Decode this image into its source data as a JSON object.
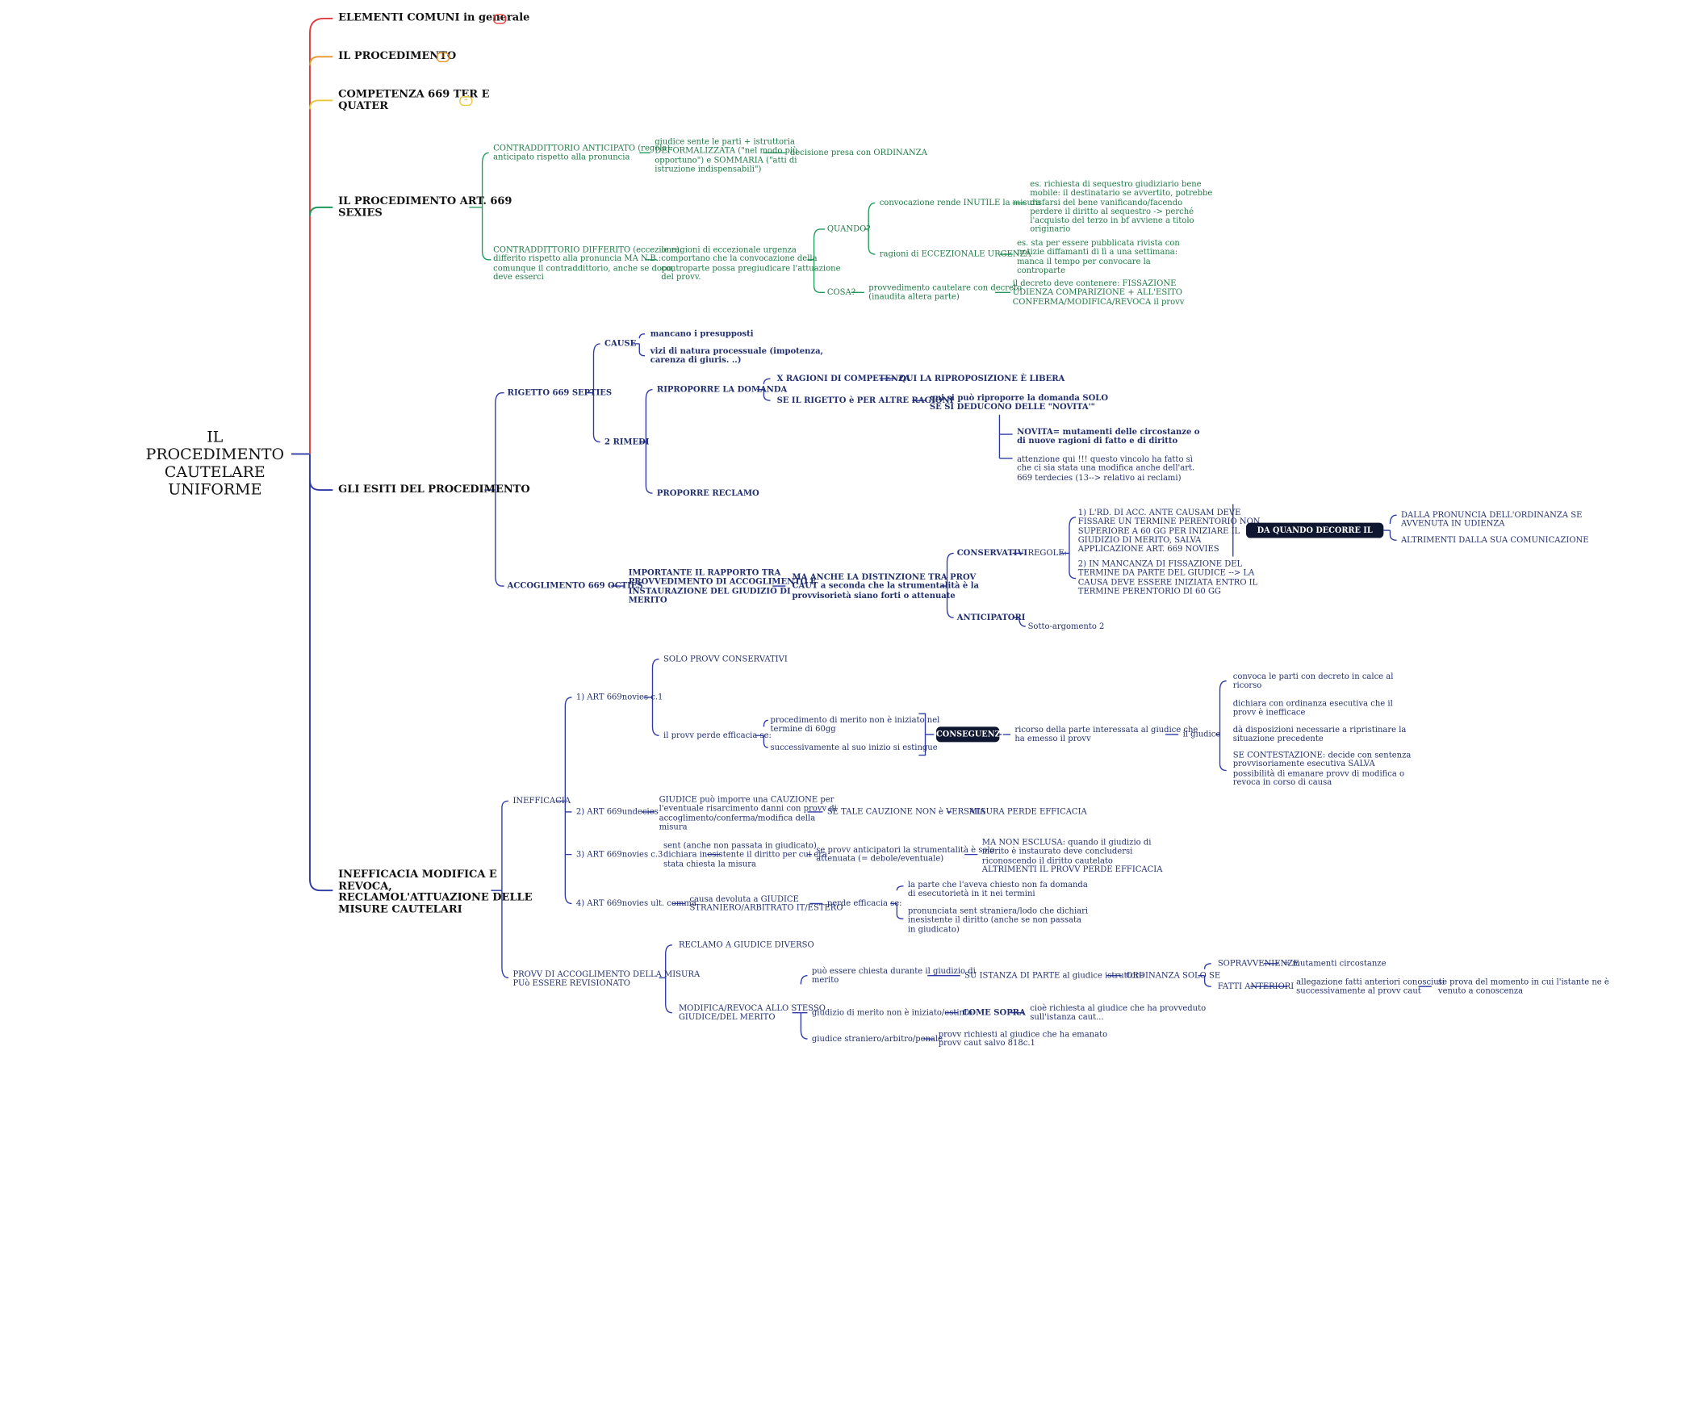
{
  "root": {
    "title": "IL PROCEDIMENTO\nCAUTELARE\nUNIFORME"
  },
  "colors": {
    "red": "#e23b3b",
    "orange": "#e8962a",
    "yellow": "#e9c63b",
    "green": "#1f9a5a",
    "navy": "#2d3aa8",
    "text_green": "#1f7a45",
    "text_navy": "#22306f"
  },
  "branches": {
    "elementi": {
      "label": "ELEMENTI COMUNI in generale",
      "collapsed_icon": "collapsed-branch-icon"
    },
    "procedimento": {
      "label": "IL PROCEDIMENTO",
      "collapsed_icon": "collapsed-branch-icon"
    },
    "competenza": {
      "label": "COMPETENZA 669 TER E\nQUATER",
      "collapsed_icon": "collapsed-branch-icon"
    },
    "sexies": {
      "label": "IL PROCEDIMENTO ART. 669\nSEXIES",
      "anticipato": {
        "label": "CONTRADDITTORIO ANTICIPATO (regola):\nanticipato rispetto alla pronuncia",
        "desc": "giudice sente le parti + istruttoria\nDEFORMALIZZATA (\"nel modo più\nopportuno\") e SOMMARIA (\"atti di\nistruzione indispensabili\")",
        "result": "decisione presa con ORDINANZA"
      },
      "differito": {
        "label": "CONTRADDITTORIO DIFFERITO (eccezione):\ndifferito rispetto alla pronuncia MA N.B.:\ncomunque il contraddittorio, anche se dopo,\ndeve esserci",
        "desc": "le ragioni di eccezionale urgenza\ncomportano che la convocazione della\ncontroparte possa pregiudicare l'attuazione\ndel provv.",
        "quando": "QUANDO?",
        "inutile": "convocazione rende INUTILE la misura",
        "inutile_es": "es. richiesta di sequestro giudiziario bene\nmobile: il destinatario se avvertito, potrebbe\ndisfarsi del bene vanificando/facendo\nperdere il diritto al sequestro -> perché\nl'acquisto del terzo in bf avviene a titolo\noriginario",
        "urgenza": "ragioni di ECCEZIONALE URGENZA",
        "urgenza_es": "es. sta per essere pubblicata rivista con\nnotizie diffamanti di lì a una settimana:\nmanca il tempo per convocare la\ncontroparte",
        "cosa": "COSA?",
        "decreto": "provvedimento cautelare con decreto\n(inaudita altera parte)",
        "contenuto": "il decreto deve contenere: FISSAZIONE\nUDIENZA COMPARIZIONE + ALL'ESITO\nCONFERMA/MODIFICA/REVOCA il provv"
      }
    },
    "esiti": {
      "label": "GLI ESITI DEL PROCEDIMENTO",
      "rigetto": {
        "label": "RIGETTO 669 SEPTIES",
        "cause": "CAUSE",
        "cause_items": [
          "mancano i presupposti",
          "vizi di natura processuale (impotenza,\ncarenza di giuris. ..)"
        ],
        "rimedi": "2 RIMEDI",
        "riproporre": "RIPROPORRE LA DOMANDA",
        "competenza": "X RAGIONI DI COMPETENZA",
        "libera": "QUI LA RIPROPOSIZIONE È LIBERA",
        "altre": "SE IL RIGETTO è PER ALTRE RAGIONI",
        "novita": "qui si può riproporre la domanda SOLO\nSE SI DEDUCONO DELLE \"NOVITA'\"",
        "novita_def": "NOVITA= mutamenti delle circostanze o\ndi nuove ragioni di fatto e di diritto",
        "attenzione": "attenzione qui !!! questo vincolo ha fatto sì\nche ci sia stata una modifica anche dell'art.\n669 terdecies (13--> relativo ai reclami)",
        "reclamo": "PROPORRE RECLAMO"
      },
      "accoglimento": {
        "label": "ACCOGLIMENTO 669 OCTIES",
        "importante": "IMPORTANTE IL RAPPORTO TRA\nPROVVEDIMENTO DI ACCOGLIMENTO E\nINSTAURAZIONE DEL GIUDIZIO DI\nMERITO",
        "distinzione": "MA ANCHE LA DISTINZIONE TRA PROV\nCAUT a seconda che la strumentalità è la\nprovvisorietà siano forti o attenuate",
        "conservativi": "CONSERVATIVI",
        "regole": "REGOLE:",
        "regola1": "1) L'RD. DI ACC. ANTE CAUSAM DEVE\nFISSARE UN TERMINE PERENTORIO NON\nSUPERIORE A 60 GG PER INIZIARE IL\nGIUDIZIO DI MERITO, SALVA\nAPPLICAZIONE ART. 669 NOVIES",
        "regola2": "2) IN MANCANZA DI FISSAZIONE DEL\nTERMINE DA PARTE DEL GIUDICE --> LA\nCAUSA DEVE ESSERE INIZIATA ENTRO IL\nTERMINE PERENTORIO DI 60 GG",
        "decorre": "DA QUANDO DECORRE IL TERMINE??",
        "pronuncia": "DALLA PRONUNCIA DELL'ORDINANZA SE\nAVVENUTA IN UDIENZA",
        "comunicazione": "ALTRIMENTI DALLA SUA COMUNICAZIONE",
        "anticipatori": "ANTICIPATORI",
        "sotto": "Sotto-argomento 2"
      }
    },
    "inefficacia": {
      "label": "INEFFICACIA MODIFICA E\nREVOCA,\nRECLAMOL'ATTUAZIONE DELLE\nMISURE CAUTELARI",
      "ineff": "INEFFICACIA",
      "art1": "1) ART 669novies c.1",
      "solo": "SOLO PROVV CONSERVATIVI",
      "perde": "il provv perde efficacia se:",
      "merito": "procedimento di merito non è iniziato nel\ntermine di 60gg",
      "estingue": "successivamente al suo inizio si estingue",
      "conseguenze": "CONSEGUENZE",
      "ricorso": "ricorso della parte interessata al giudice che\nha emesso il provv",
      "giudice": "il giudice",
      "g_items": [
        "convoca le parti con decreto in calce al\nricorso",
        "dichiara con ordinanza esecutiva che il\nprovv è inefficace",
        "dà disposizioni necessarie a ripristinare la\nsituazione precedente",
        "SE CONTESTAZIONE: decide con sentenza\nprovvisoriamente esecutiva SALVA\npossibilità di emanare provv di modifica o\nrevoca in corso di causa"
      ],
      "art2": "2) ART 669undecies",
      "cauzione": "GIUDICE può imporre una CAUZIONE per\nl'eventuale risarcimento danni con provv di\naccoglimento/conferma/modifica della\nmisura",
      "versata": "SE TALE CAUZIONE NON è VERSATA",
      "perde2": "MISURA PERDE EFFICACIA",
      "art3": "3) ART 669novies c.3",
      "sent": "sent (anche non passata in giudicato)\ndichiara inesistente il diritto per cui era\nstata chiesta la misura",
      "anticipati": "se provv anticipatori la strumentalità è solo\nattenuata (= debole/eventuale)",
      "esclusa": "MA NON ESCLUSA: quando il giudizio di\nmerito è instaurato deve concludersi\nriconoscendo il diritto cautelato\nALTRIMENTI IL PROVV PERDE EFFICACIA",
      "art4": "4) ART 669novies ult. comma",
      "devoluta": "causa devoluta a GIUDICE\nSTRANIERO/ARBITRATO IT/ESTERO",
      "perde4": "perde efficacia se:",
      "parte": "la parte che l'aveva chiesto non fa domanda\ndi esecutorietà in it nei termini",
      "pronunciata": "pronunciata sent straniera/lodo che dichiari\ninesistente il diritto (anche se non passata\nin giudicato)",
      "provv": "PROVV DI ACCOGLIMENTO DELLA MISURA\nPUò ESSERE REVISIONATO",
      "reclamo": "RECLAMO A GIUDICE DIVERSO",
      "modifica": "MODIFICA/REVOCA ALLO STESSO\nGIUDICE/DEL MERITO",
      "durante": "può essere chiesta durante il giudizio di\nmerito",
      "istanza": "SU ISTANZA DI PARTE al giudice istruttore",
      "ordinanza": "ORDINANZA SOLO SE",
      "soprav": "SOPRAVVENIENZE",
      "mutamenti": "= mutamenti circostanze",
      "fatti": "FATTI ANTERIORI",
      "allegazione": "allegazione fatti anteriori conosciuti\nsuccessivamente al provv caut",
      "prova": "se prova del momento in cui l'istante ne è\nvenuto a conoscenza",
      "non_iniziato": "giudizio di merito non è iniziato/estinto",
      "come": "COME SOPRA",
      "cioe": "cioè richiesta al giudice che ha provveduto\nsull'istanza caut...",
      "straniero": "giudice straniero/arbitro/penale",
      "richiesti": "provv richiesti al giudice che ha emanato\nprovv caut salvo 818c.1"
    }
  }
}
